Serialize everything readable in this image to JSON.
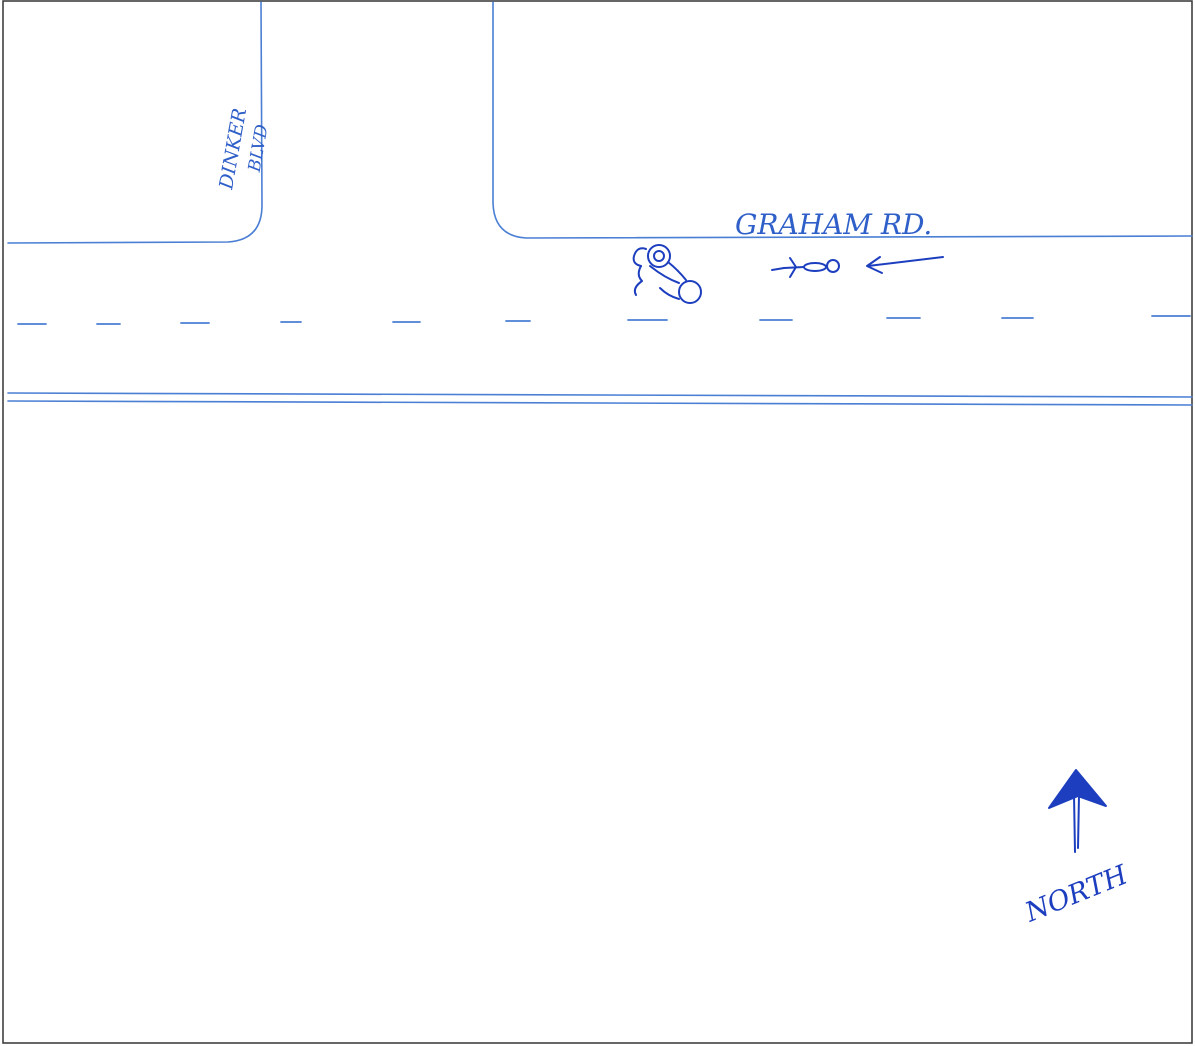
{
  "colors": {
    "page_background": "#ffffff",
    "frame": "#333333",
    "road_lines": "#4a7fd4",
    "handwriting_ink": "#1d3fbf",
    "road_labels": "#2f5fc8"
  },
  "labels": {
    "cross_street_line1": "DINKER",
    "cross_street_line2": "BLVD",
    "main_road": "GRAHAM RD.",
    "compass": "NORTH"
  },
  "symbols": {
    "crash_vehicle": "overturned-motorcycle-icon",
    "pedestrian": "stick-figure-icon",
    "travel_direction": "arrow-west-icon",
    "compass_arrow": "north-arrow-icon"
  }
}
